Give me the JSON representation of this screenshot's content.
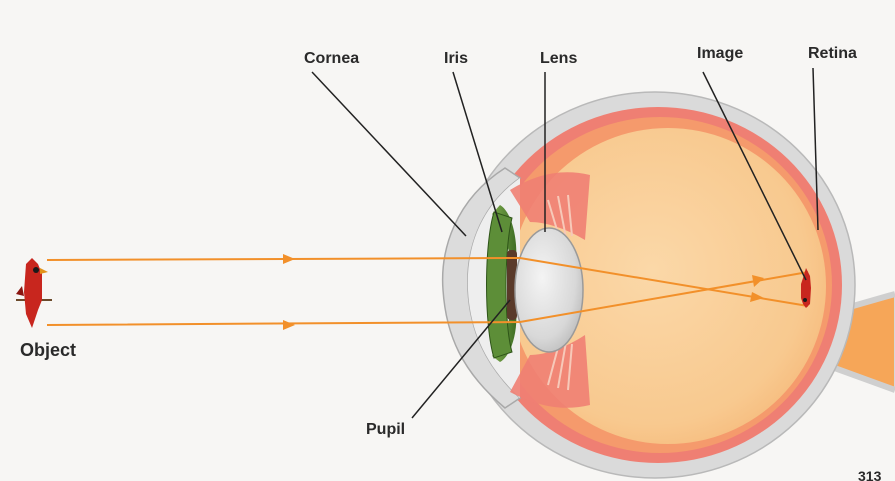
{
  "labels": {
    "cornea": "Cornea",
    "iris": "Iris",
    "lens": "Lens",
    "image": "Image",
    "retina": "Retina",
    "object": "Object",
    "pupil": "Pupil",
    "page_number": "313"
  },
  "colors": {
    "background": "#f7f6f4",
    "sclera": "#d9d9d9",
    "choroid": "#ee7d72",
    "vitreous": "#f8cd98",
    "iris": "#5f8f3a",
    "lens": "#dcdcdc",
    "ray": "#f2902a",
    "leader": "#222222"
  },
  "icons": {
    "object": "cardinal-bird-upright-icon",
    "image": "cardinal-bird-inverted-icon"
  }
}
